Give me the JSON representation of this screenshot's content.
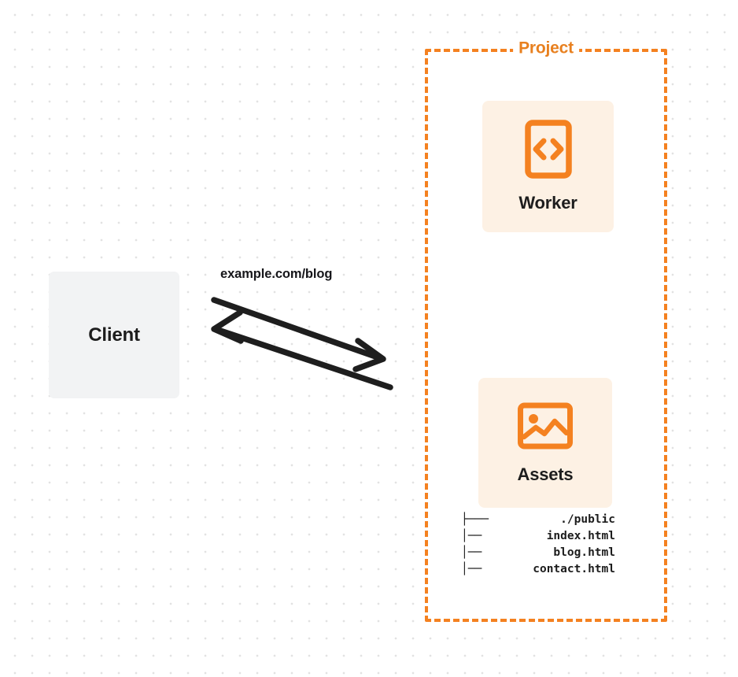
{
  "diagram": {
    "title": "Project request flow diagram",
    "background": {
      "style": "dot-grid",
      "dot_color": "#E2E2E2",
      "page_color": "#FFFFFF"
    },
    "colors": {
      "accent_orange": "#F48120",
      "title_orange": "#E8801F",
      "card_fill": "#FDF1E4",
      "client_fill": "#F2F3F4",
      "text_dark": "#1D1D1D",
      "arrow_stroke": "#1E1E1E"
    }
  },
  "client": {
    "label": "Client",
    "icon": "client-box-icon"
  },
  "connection": {
    "label": "example.com/blog",
    "request_arrow": {
      "name": "request-arrow",
      "direction": "client-to-project",
      "icon": "arrow-right-icon"
    },
    "response_arrow": {
      "name": "response-arrow",
      "direction": "project-to-client",
      "icon": "arrow-left-icon"
    }
  },
  "project": {
    "title": "Project",
    "border_style": "dashed",
    "services": [
      {
        "id": "worker",
        "label": "Worker",
        "icon": "code-brackets-icon"
      },
      {
        "id": "assets",
        "label": "Assets",
        "icon": "image-picture-icon"
      }
    ],
    "file_tree": {
      "rows": [
        {
          "connector": "├───",
          "name": "./public"
        },
        {
          "connector": "│──",
          "name": "index.html"
        },
        {
          "connector": "│──",
          "name": "blog.html"
        },
        {
          "connector": "│──",
          "name": "contact.html"
        }
      ]
    }
  }
}
